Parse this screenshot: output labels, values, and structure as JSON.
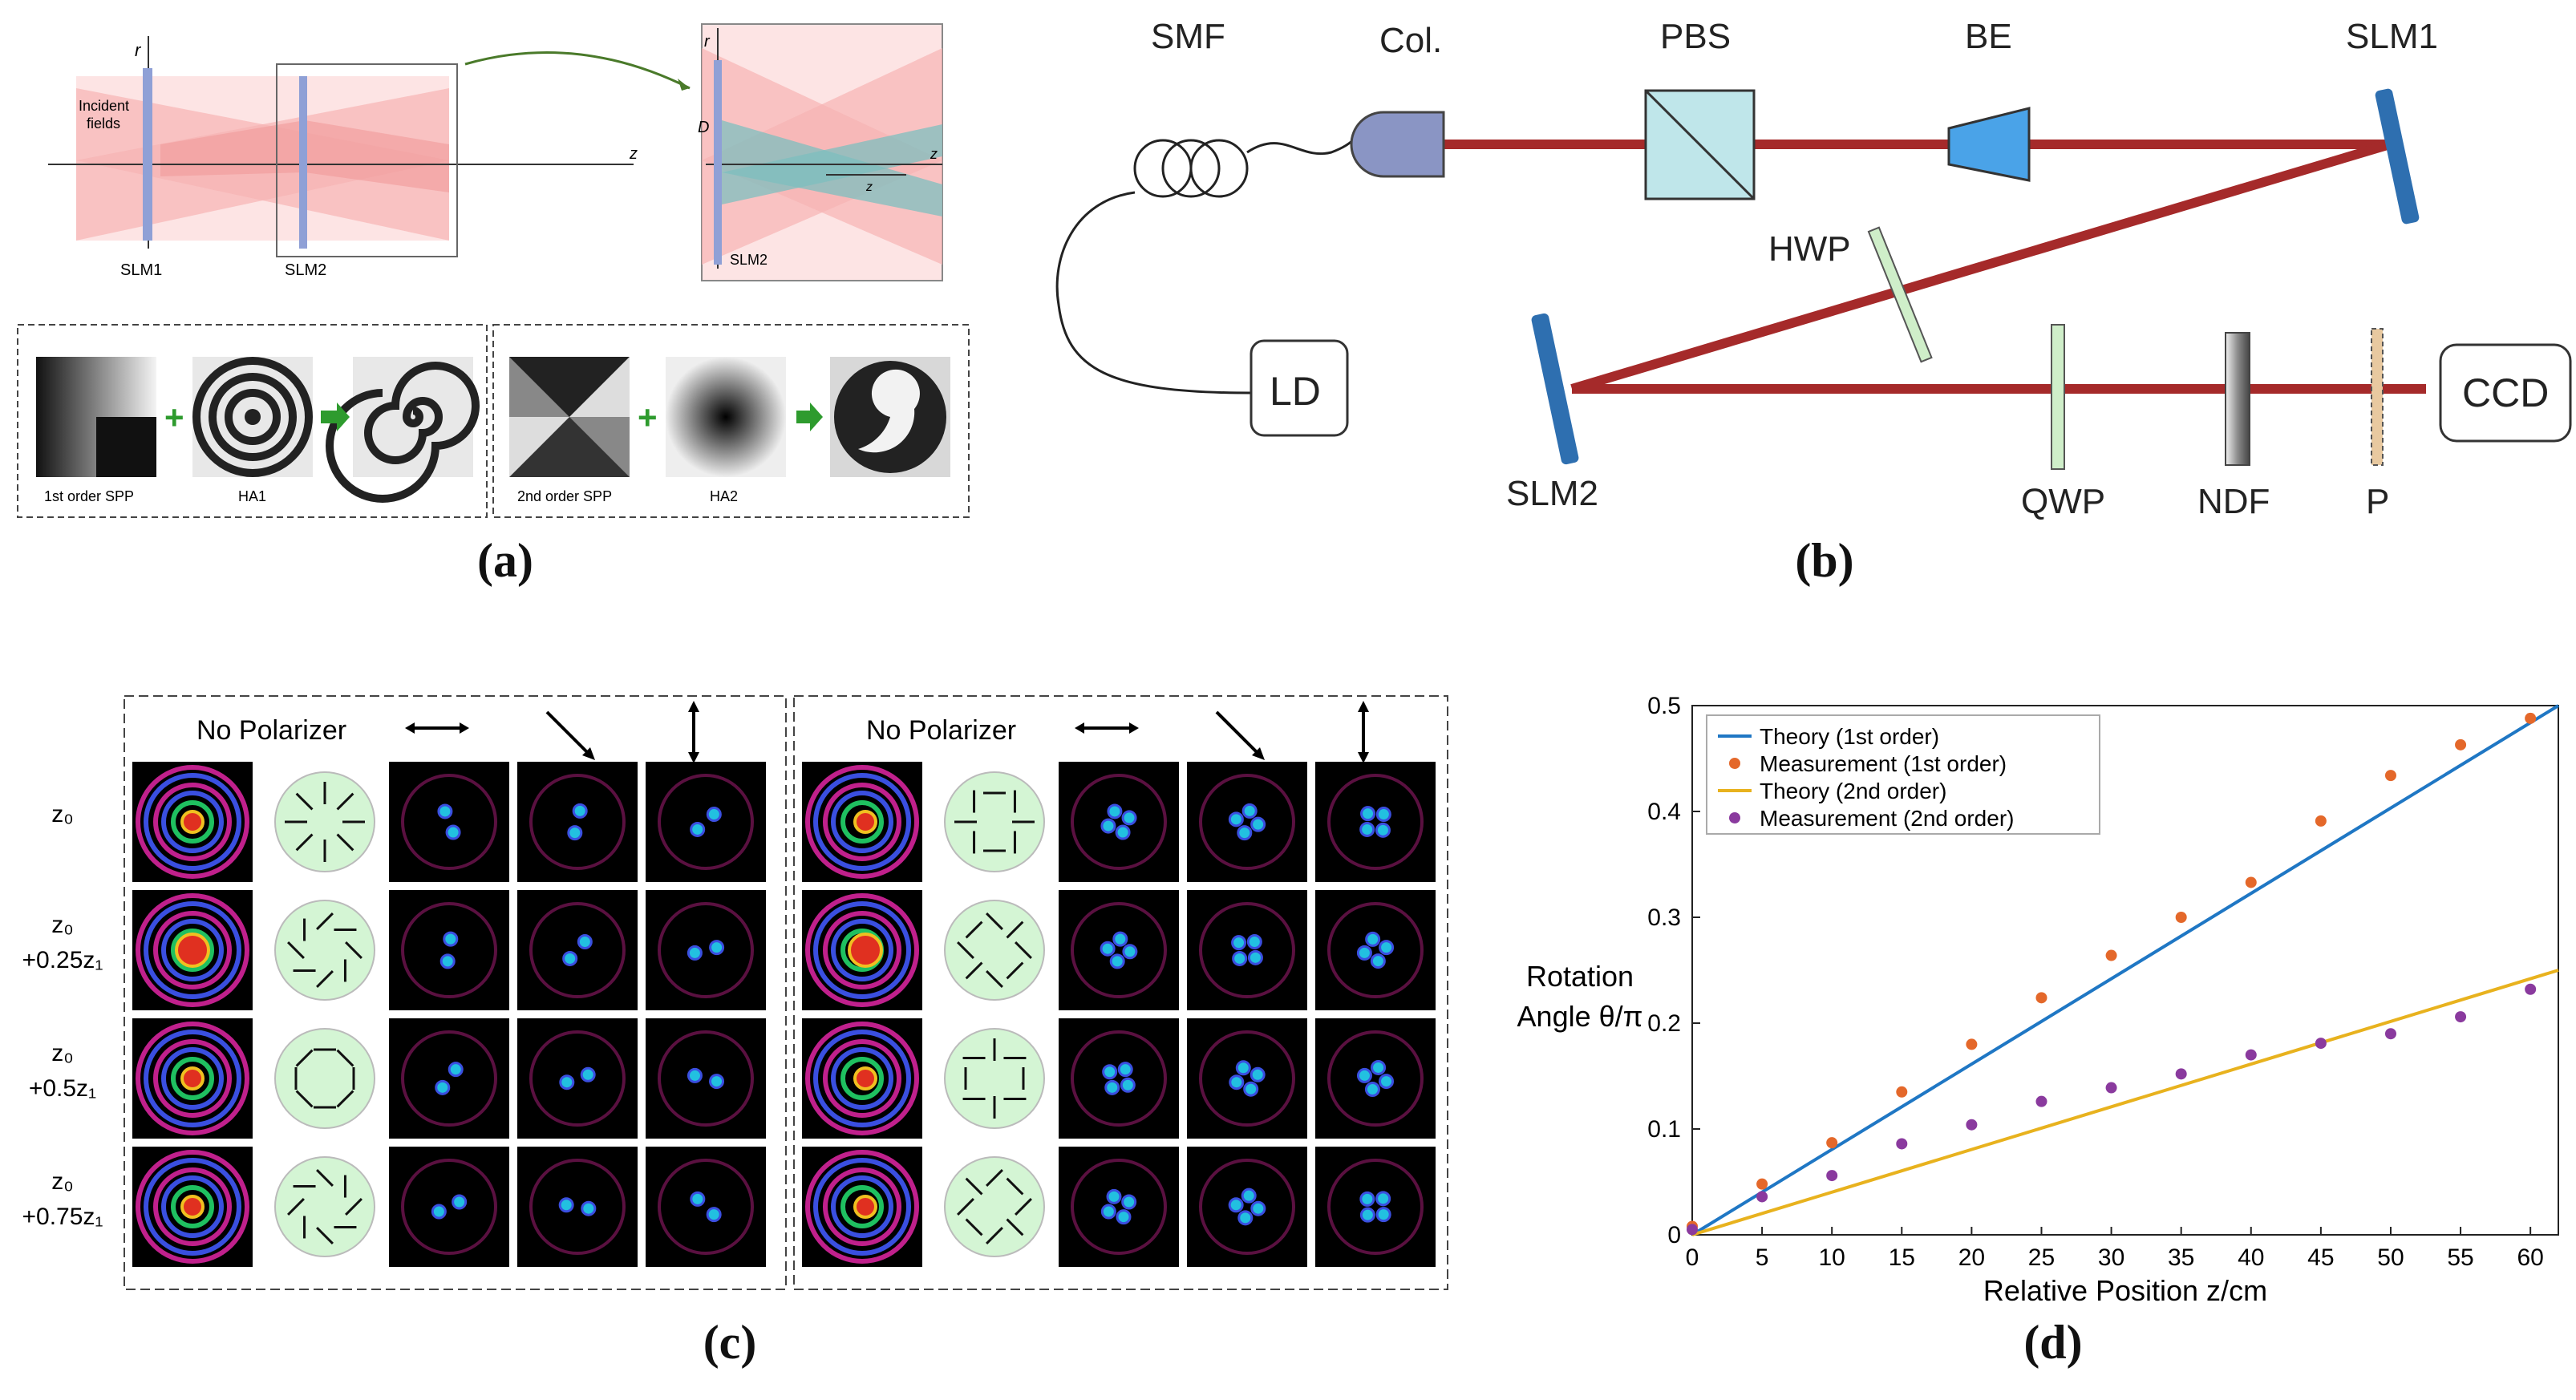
{
  "figure": {
    "captions": {
      "a": "(a)",
      "b": "(b)",
      "c": "(c)",
      "d": "(d)"
    }
  },
  "panel_a": {
    "axis_r": "r",
    "axis_z": "z",
    "incident_label": [
      "Incident",
      "fields"
    ],
    "slm1": "SLM1",
    "slm2": "SLM2",
    "inset_slm2": "SLM2",
    "inset_D": "D",
    "inset_z": "z",
    "row1_labels": [
      "1st order SPP",
      "HA1"
    ],
    "row2_labels": [
      "2nd order SPP",
      "HA2"
    ],
    "plus": "+",
    "colors": {
      "beam": "#f7a9a9",
      "slm": "#8fa0d6",
      "overlap": "#7dbfbf",
      "arrow": "#2e9b2e"
    }
  },
  "panel_b": {
    "labels": {
      "smf": "SMF",
      "col": "Col.",
      "pbs": "PBS",
      "be": "BE",
      "slm1": "SLM1",
      "hwp": "HWP",
      "ld": "LD",
      "slm2": "SLM2",
      "qwp": "QWP",
      "ndf": "NDF",
      "p": "P",
      "ccd": "CCD"
    },
    "colors": {
      "beam": "#a52a2a",
      "slm": "#2e6fb0",
      "pbs": "#bfe6ea",
      "be": "#4aa3e8",
      "hwp": "#cfeec9",
      "col": "#8a95c4"
    }
  },
  "panel_c": {
    "groups": [
      {
        "headers": [
          "No Polarizer",
          "horizontal-arrow",
          "diagonal-arrow",
          "vertical-arrow"
        ]
      },
      {
        "headers": [
          "No Polarizer",
          "horizontal-arrow",
          "diagonal-arrow",
          "vertical-arrow"
        ]
      }
    ],
    "row_labels": [
      [
        "z₀"
      ],
      [
        "z₀",
        "+0.25z₁"
      ],
      [
        "z₀",
        "+0.5z₁"
      ],
      [
        "z₀",
        "+0.75z₁"
      ]
    ],
    "colors": {
      "polar_bg": "#d4f5d4",
      "ring_blue": "#3a4fe0",
      "ring_magenta": "#c0208c",
      "ring_red": "#e03020",
      "spot": "#22c0e0"
    }
  },
  "chart_data": {
    "type": "scatter",
    "xlabel": "Relative Position z/cm",
    "ylabel": [
      "Rotation",
      "Angle θ/π"
    ],
    "xlim": [
      0,
      62
    ],
    "ylim": [
      0,
      0.5
    ],
    "xticks": [
      0,
      5,
      10,
      15,
      20,
      25,
      30,
      35,
      40,
      45,
      50,
      55,
      60
    ],
    "yticks": [
      0,
      0.1,
      0.2,
      0.3,
      0.4,
      0.5
    ],
    "ytick_labels": [
      "0",
      "0.1",
      "0.2",
      "0.3",
      "0.4",
      "0.5"
    ],
    "legend_position": "top-left",
    "series": [
      {
        "name": "Theory (1st order)",
        "kind": "line",
        "color": "#1f77c4",
        "x": [
          0,
          62
        ],
        "y": [
          0,
          0.5
        ]
      },
      {
        "name": "Measurement (1st order)",
        "kind": "scatter",
        "color": "#e4682a",
        "x": [
          0,
          5,
          10,
          15,
          20,
          25,
          30,
          35,
          40,
          45,
          50,
          55,
          60
        ],
        "y": [
          0.008,
          0.048,
          0.087,
          0.135,
          0.18,
          0.224,
          0.264,
          0.3,
          0.333,
          0.391,
          0.434,
          0.463,
          0.488
        ]
      },
      {
        "name": "Theory (2nd order)",
        "kind": "line",
        "color": "#e8b21e",
        "x": [
          0,
          62
        ],
        "y": [
          0,
          0.25
        ]
      },
      {
        "name": "Measurement (2nd order)",
        "kind": "scatter",
        "color": "#8a3a9e",
        "x": [
          0,
          5,
          10,
          15,
          20,
          25,
          30,
          35,
          40,
          45,
          50,
          55,
          60
        ],
        "y": [
          0.005,
          0.036,
          0.056,
          0.086,
          0.104,
          0.126,
          0.139,
          0.152,
          0.17,
          0.181,
          0.19,
          0.206,
          0.232
        ]
      }
    ]
  }
}
